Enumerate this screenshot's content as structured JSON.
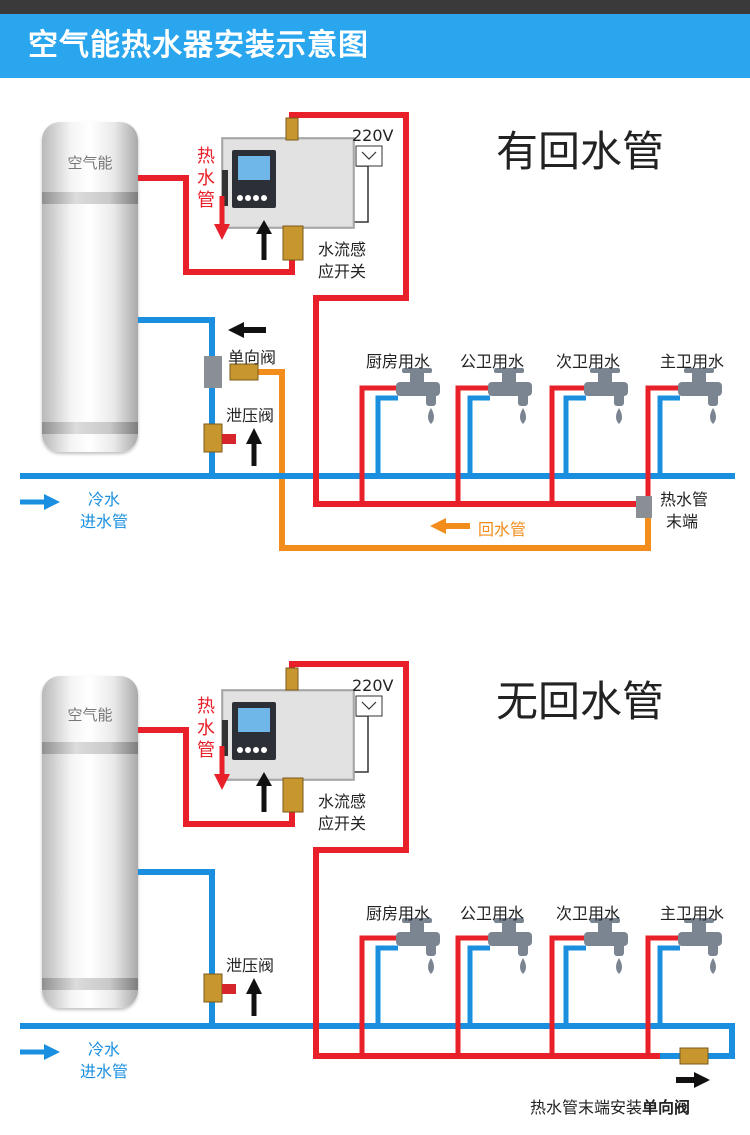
{
  "header": {
    "title": "空气能热水器安装示意图"
  },
  "colors": {
    "hot_pipe": "#e8202a",
    "cold_pipe": "#1a8fe0",
    "return_pipe": "#f28c1b",
    "banner": "#29a6ee"
  },
  "section_top": {
    "title": "有回水管",
    "tank_label": "空气能",
    "voltage": "220V",
    "hot_pipe_label": "热水管",
    "flow_switch_label": [
      "水流感",
      "应开关"
    ],
    "check_valve_label": "单向阀",
    "relief_valve_label": "泄压阀",
    "cold_inlet_label": [
      "冷水",
      "进水管"
    ],
    "return_pipe_label": "回水管",
    "pipe_end_label": [
      "热水管",
      "末端"
    ],
    "outlets": [
      "厨房用水",
      "公卫用水",
      "次卫用水",
      "主卫用水"
    ]
  },
  "section_bottom": {
    "title": "无回水管",
    "tank_label": "空气能",
    "voltage": "220V",
    "hot_pipe_label": "热水管",
    "flow_switch_label": [
      "水流感",
      "应开关"
    ],
    "relief_valve_label": "泄压阀",
    "cold_inlet_label": [
      "冷水",
      "进水管"
    ],
    "outlets": [
      "厨房用水",
      "公卫用水",
      "次卫用水",
      "主卫用水"
    ],
    "end_note": "热水管末端安装",
    "end_note_bold": "单向阀"
  }
}
